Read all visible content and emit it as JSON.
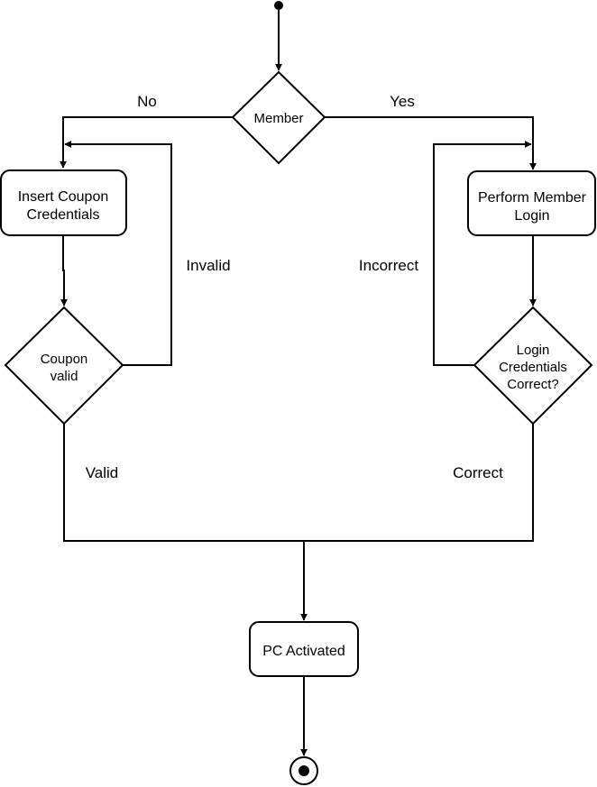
{
  "diagram": {
    "nodes": {
      "member": "Member",
      "insert_coupon": [
        "Insert Coupon",
        "Credentials"
      ],
      "perform_login": [
        "Perform Member",
        "Login"
      ],
      "coupon_valid": [
        "Coupon",
        "valid"
      ],
      "login_correct": [
        "Login",
        "Credentials",
        "Correct?"
      ],
      "pc_activated": "PC Activated"
    },
    "edges": {
      "no": "No",
      "yes": "Yes",
      "invalid": "Invalid",
      "incorrect": "Incorrect",
      "valid": "Valid",
      "correct": "Correct"
    }
  }
}
